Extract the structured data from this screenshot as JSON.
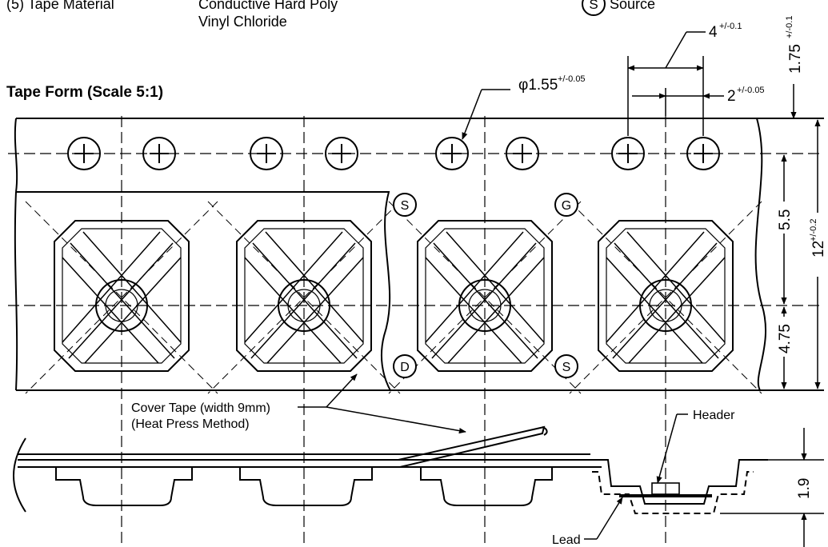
{
  "header": {
    "item_label": "(5) Tape Material",
    "material_line1": "Conductive Hard Poly",
    "material_line2": "Vinyl Chloride",
    "source_symbol": "S",
    "source_label": "Source"
  },
  "diagram": {
    "title": "Tape Form (Scale 5:1)",
    "dim_pitch": "4",
    "dim_pitch_tol": "+/-0.1",
    "dim_hole_diameter": "φ1.55",
    "dim_hole_diameter_tol": "+/-0.05",
    "dim_offset": "2",
    "dim_offset_tol": "+/-0.05",
    "dim_edge": "1.75",
    "dim_edge_tol": "+/-0.1",
    "dim_width": "12",
    "dim_width_tol": "+/-0.2",
    "dim_row": "5.5",
    "dim_pocket": "4.75",
    "dim_depth": "1.9",
    "pin_labels": {
      "s1": "S",
      "g": "G",
      "d": "D",
      "s2": "S"
    },
    "cover_tape_line1": "Cover Tape (width 9mm)",
    "cover_tape_line2": "(Heat Press Method)",
    "header_label": "Header",
    "lead_label": "Lead"
  }
}
